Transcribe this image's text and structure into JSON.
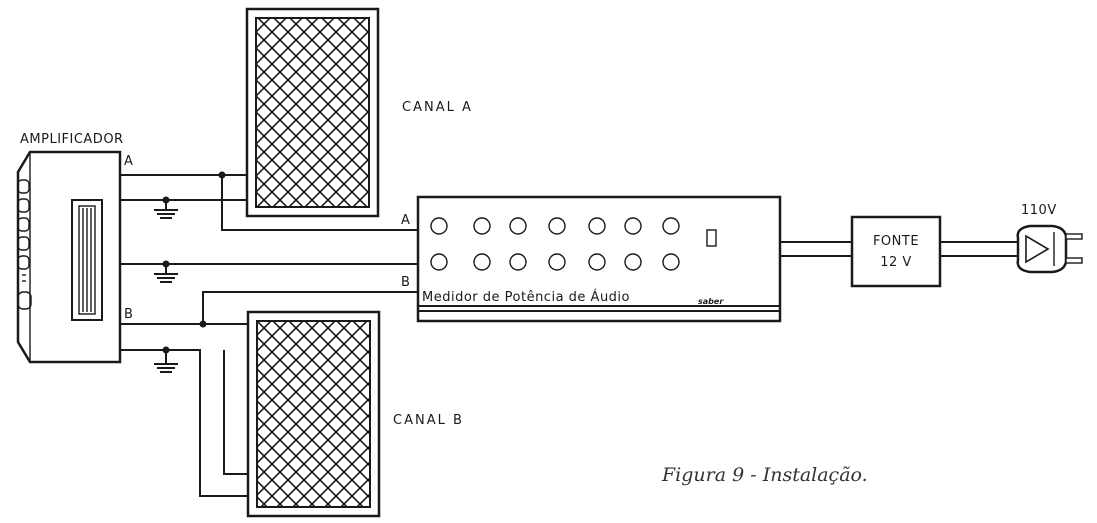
{
  "labels": {
    "amplifier": "AMPLIFICADOR",
    "amp_out_a": "A",
    "amp_out_b": "B",
    "channel_a": "CANAL  A",
    "channel_b": "CANAL  B",
    "meter_in_a": "A",
    "meter_in_b": "B",
    "meter_name": "Medidor  de  Potência  de  Áudio",
    "meter_brand": "saber",
    "power_supply_line1": "FONTE",
    "power_supply_line2": "12 V",
    "mains_voltage": "110V",
    "caption": "Figura 9 - Instalação."
  }
}
